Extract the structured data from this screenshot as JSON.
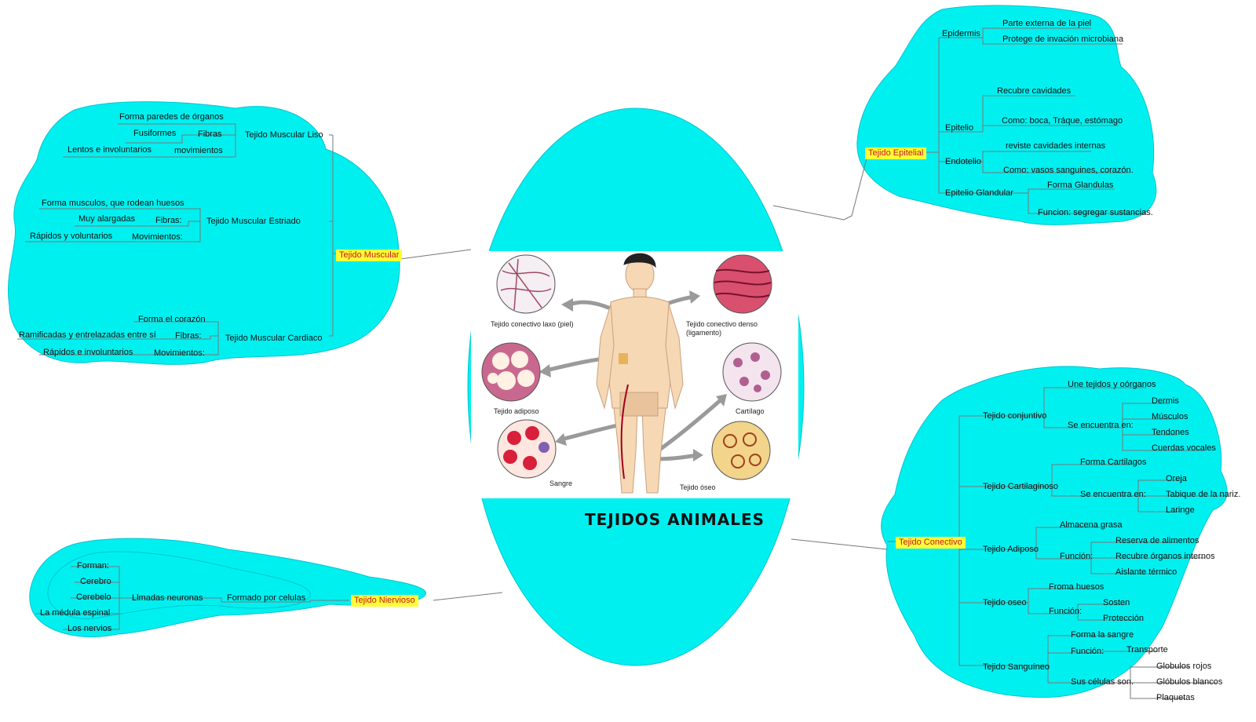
{
  "colors": {
    "bubble": "#00f0f0",
    "bubble_stroke": "#00c4d0",
    "highlight": "#ffff33",
    "highlight_text": "#c8102e",
    "line": "#777777"
  },
  "central": {
    "title": "TEJIDOS ANIMALES",
    "image_captions": {
      "laxo": "Tejido conectivo laxo (piel)",
      "denso_1": "Tejido conectivo denso",
      "denso_2": "(ligamento)",
      "adiposo": "Tejido adiposo",
      "cartilago": "Cartílago",
      "sangre": "Sangre",
      "oseo": "Tejido óseo"
    }
  },
  "muscular": {
    "root": "Tejido Muscular",
    "liso": {
      "label": "Tejido Muscular Liso",
      "item1": "Forma paredes de órganos",
      "fibras": "Fibras",
      "fibras_val": "Fusiformes",
      "movimientos": "movimientos",
      "movimientos_val": "Lentos e involuntarios"
    },
    "estriado": {
      "label": "Tejido Muscular Estriado",
      "item1": "Forma musculos, que rodean huesos",
      "fibras": "Fibras:",
      "fibras_val": "Muy alargadas",
      "movimientos": "Movimientos:",
      "movimientos_val": "Rápidos y voluntarios"
    },
    "cardiaco": {
      "label": "Tejido Muscular Cardiaco",
      "item1": "Forma el corazón",
      "fibras": "Fibras:",
      "fibras_val": "Ramificadas y entrelazadas entre sí",
      "movimientos": "Movimientos:",
      "movimientos_val": "Rápidos e involuntarios"
    }
  },
  "nervioso": {
    "root": "Tejido Niervioso",
    "formado": "Formado por celulas",
    "llamadas": "Llmadas neuronas",
    "forman": "Forman:",
    "items": [
      "Cerebro",
      "Cerebelo",
      "La médula espinal",
      "Los nervios"
    ]
  },
  "epitelial": {
    "root": "Tejido Epitelial",
    "epidermis": {
      "label": "Epidermis",
      "items": [
        "Parte externa de la piel",
        "Protege de invación microbiana"
      ]
    },
    "epitelio": {
      "label": "Epitelio",
      "items": [
        "Recubre cavidades",
        "Como: boca, Tráque, estómago"
      ]
    },
    "endotelio": {
      "label": "Endotelio",
      "items": [
        "reviste cavidades internas",
        "Como: vasos sanguines, corazón."
      ]
    },
    "glandular": {
      "label": "Epitelio Glandular",
      "items": [
        "Forma Glandulas",
        "Funcion: segregar sustancias."
      ]
    }
  },
  "conectivo": {
    "root": "Tejido Conectivo",
    "conjuntivo": {
      "label": "Tejido conjuntivo",
      "une": "Une tejidos y oórganos",
      "se": "Se encuentra en:",
      "items": [
        "Dermis",
        "Músculos",
        "Tendones",
        "Cuerdas vocales"
      ]
    },
    "cartilaginoso": {
      "label": "Tejido Cartilaginoso",
      "forma": "Forma Cartilagos",
      "se": "Se encuentra en:",
      "items": [
        "Oreja",
        "Tabique de la nariz.",
        "Laringe"
      ]
    },
    "adiposo": {
      "label": "Tejido Adiposo",
      "almacena": "Almacena grasa",
      "funcion": "Función:",
      "items": [
        "Reserva de alimentos",
        "Recubre órganos internos",
        "Aislante térmico"
      ]
    },
    "oseo": {
      "label": "Tejido oseo",
      "forma": "Froma huesos",
      "funcion": "Función:",
      "items": [
        "Sosten",
        "Protección"
      ]
    },
    "sanguineo": {
      "label": "Tejido Sanguíneo",
      "forma": "Forma la sangre",
      "funcion": "Función:",
      "transporte": "Transporte",
      "celulas": "Sus células son.",
      "items": [
        "Globulos rojos",
        "Glóbulos blancos",
        "Plaquetas"
      ]
    }
  }
}
